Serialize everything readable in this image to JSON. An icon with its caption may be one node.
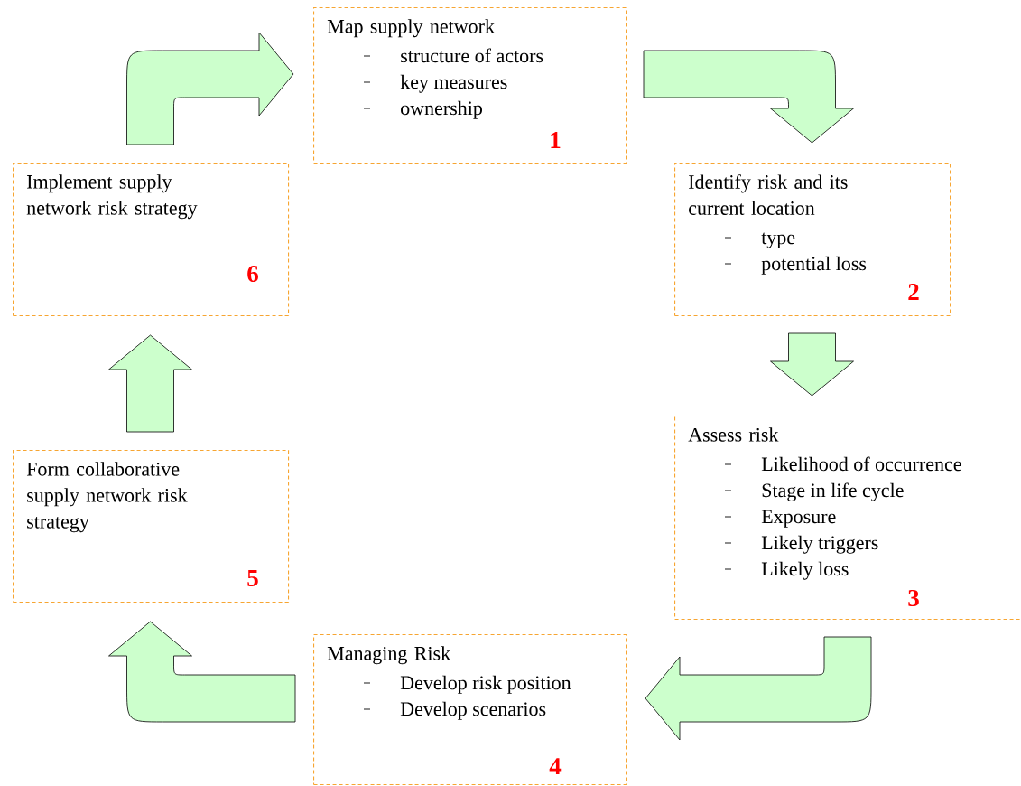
{
  "diagram": {
    "nodes": [
      {
        "text": [
          "Map supply network",
          "structure of actors",
          "key measures",
          "ownership",
          "1"
        ]
      },
      {
        "text": [
          "Identify risk and its current location",
          "type",
          "potential loss",
          "2"
        ]
      },
      {
        "text": [
          "Assess risk",
          "Likelihood of occurrence",
          "Stage in life cycle",
          "Exposure",
          "Likely triggers",
          "Likely loss",
          "3"
        ]
      },
      {
        "text": [
          "Managing Risk",
          "Develop risk position",
          "Develop scenarios",
          "4"
        ]
      },
      {
        "text": [
          "Form collaborative supply network risk strategy",
          "5"
        ]
      },
      {
        "text": [
          "Implement supply network risk strategy",
          "6"
        ]
      }
    ],
    "edges": [
      {
        "from": 0,
        "to": 1,
        "arrow": "to"
      },
      {
        "from": 1,
        "to": 2,
        "arrow": "to"
      },
      {
        "from": 2,
        "to": 3,
        "arrow": "to"
      },
      {
        "from": 3,
        "to": 4,
        "arrow": "to"
      },
      {
        "from": 4,
        "to": 5,
        "arrow": "to"
      },
      {
        "from": 5,
        "to": 0,
        "arrow": "to"
      }
    ]
  }
}
